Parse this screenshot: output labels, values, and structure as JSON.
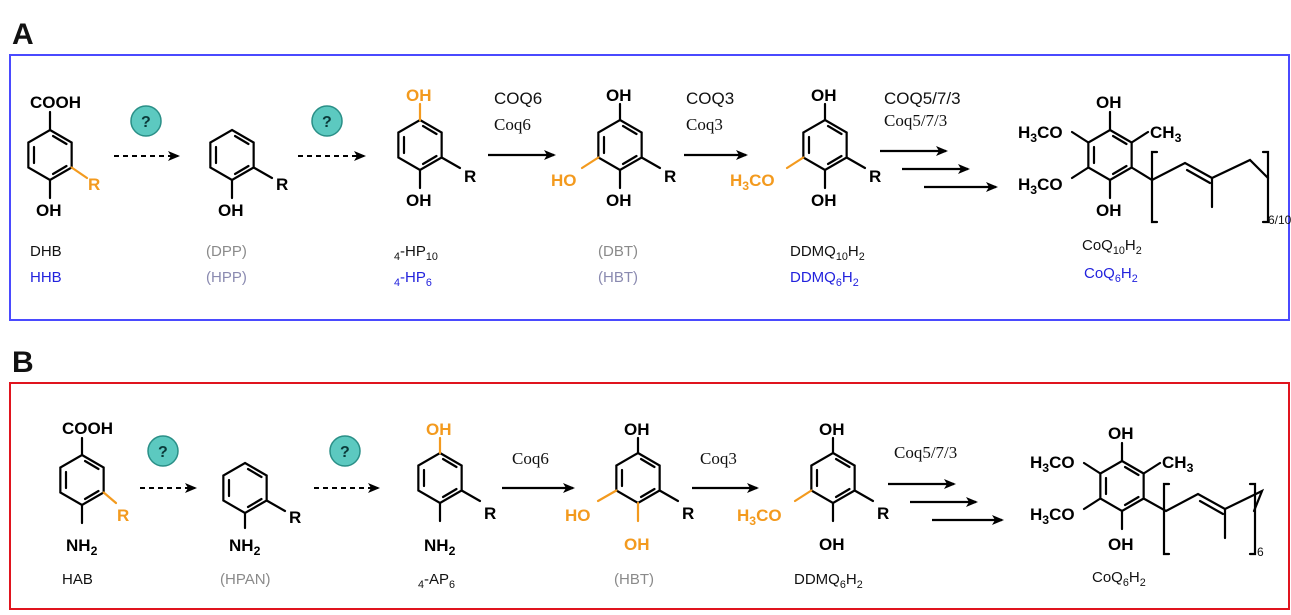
{
  "panels": {
    "a": {
      "letter": "A",
      "border_color": "#4a4aff",
      "enzymes": {
        "e1_human": "COQ6",
        "e1_yeast": "Coq6",
        "e2_human": "COQ3",
        "e2_yeast": "Coq3",
        "e3_human": "COQ5/7/3",
        "e3_yeast": "Coq5/7/3"
      },
      "question_mark": "?",
      "groups": {
        "cooh": "COOH",
        "oh": "OH",
        "r": "R",
        "ho": "HO",
        "h3co": "H3CO",
        "ch3": "CH3",
        "subscript": "6/10"
      },
      "labels": {
        "c1_human": "DHB",
        "c1_yeast": "HHB",
        "c2_human": "(DPP)",
        "c2_yeast": "(HPP)",
        "c3_human": "4-HP10",
        "c3_yeast": "4-HP6",
        "c4_human": "(DBT)",
        "c4_yeast": "(HBT)",
        "c5_human": "DDMQ10H2",
        "c5_yeast": "DDMQ6H2",
        "c6_human": "CoQ10H2",
        "c6_yeast": "CoQ6H2"
      }
    },
    "b": {
      "letter": "B",
      "border_color": "#e0141e",
      "enzymes": {
        "e1": "Coq6",
        "e2": "Coq3",
        "e3": "Coq5/7/3"
      },
      "question_mark": "?",
      "groups": {
        "cooh": "COOH",
        "nh2": "NH2",
        "oh": "OH",
        "r": "R",
        "ho": "HO",
        "h3co": "H3CO",
        "ch3": "CH3",
        "subscript": "6"
      },
      "labels": {
        "c1": "HAB",
        "c2": "(HPAN)",
        "c3": "4-AP6",
        "c4": "(HBT)",
        "c5": "DDMQ6H2",
        "c6": "CoQ6H2"
      }
    }
  }
}
